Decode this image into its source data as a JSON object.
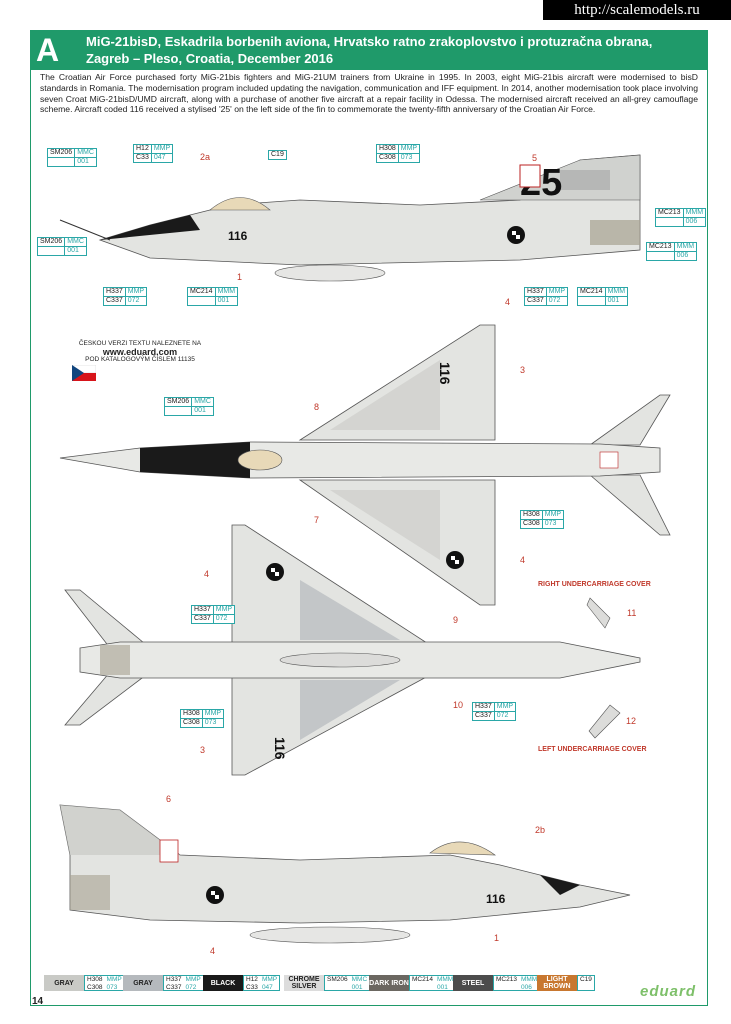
{
  "watermark": "http://scalemodels.ru",
  "header": {
    "letter": "A",
    "title1": "MiG-21bisD, Eskadrila borbenih aviona, Hrvatsko ratno zrakoplovstvo i protuzračna obrana,",
    "title2": "Zagreb – Pleso, Croatia, December 2016"
  },
  "description": "The Croatian Air Force purchased forty MiG-21bis fighters and MiG-21UM trainers from Ukraine in 1995. In 2003, eight MiG-21bis aircraft were modernised to bisD standards in Romania. The modernisation program included updating the navigation, communication and IFF equipment. In 2014, another modernisation took place involving seven Croat MiG-21bisD/UMD aircraft, along with a purchase of another five aircraft at a repair facility in Odessa. The modernised aircraft received an all-grey camouflage scheme. Aircraft coded 116 received a stylised '25' on the left side of the fin to commemorate the twenty-fifth anniversary of the Croatian Air Force.",
  "czech": {
    "line1": "ČESKOU VERZI TEXTU NALEZNETE NA",
    "url": "www.eduard.com",
    "line2": "POD KATALOGOVÝM ČÍSLEM 11135"
  },
  "covers": {
    "right": "RIGHT UNDERCARRIAGE COVER",
    "left": "LEFT UNDERCARRIAGE COVER"
  },
  "callouts": {
    "n1": "1",
    "n2a": "2a",
    "n2b": "2b",
    "n3": "3",
    "n4": "4",
    "n5": "5",
    "n6": "6",
    "n7": "7",
    "n8": "8",
    "n9": "9",
    "n10": "10",
    "n11": "11",
    "n12": "12"
  },
  "codes": {
    "code116": "116",
    "code25": "25",
    "sm206_mmc_001": [
      "SM206",
      "MMC",
      "",
      "001"
    ],
    "h12": [
      "H12",
      "MMP",
      "C33",
      "047"
    ],
    "c19": "C19",
    "h308": [
      "H308",
      "MMP",
      "C308",
      "073"
    ],
    "mc213": [
      "MC213",
      "MMM",
      "",
      "006"
    ],
    "h337": [
      "H337",
      "MMP",
      "C337",
      "072"
    ],
    "mc214": [
      "MC214",
      "MMM",
      "",
      "001"
    ]
  },
  "legend": [
    {
      "name": "GRAY",
      "c1": "H308",
      "c2": "MMP",
      "c3": "C308",
      "c4": "073",
      "color": "#c9cac6",
      "text": "#222"
    },
    {
      "name": "GRAY",
      "c1": "H337",
      "c2": "MMP",
      "c3": "C337",
      "c4": "072",
      "color": "#b5b9bd",
      "text": "#222"
    },
    {
      "name": "BLACK",
      "c1": "H12",
      "c2": "MMP",
      "c3": "C33",
      "c4": "047",
      "color": "#1a1a1a",
      "text": "#fff"
    },
    {
      "name": "CHROME SILVER",
      "c1": "SM206",
      "c2": "MMC",
      "c3": "",
      "c4": "001",
      "color": "#dcdcdc",
      "text": "#222"
    },
    {
      "name": "DARK IRON",
      "c1": "MC214",
      "c2": "MMM",
      "c3": "",
      "c4": "001",
      "color": "#6b6761",
      "text": "#fff"
    },
    {
      "name": "STEEL",
      "c1": "MC213",
      "c2": "MMM",
      "c3": "",
      "c4": "006",
      "color": "#4c4c4c",
      "text": "#fff"
    },
    {
      "name": "LIGHT BROWN",
      "c1": "",
      "c2": "",
      "c3": "",
      "c4": "C19",
      "color": "#c8772f",
      "text": "#fff"
    }
  ],
  "page": "14",
  "logo": "eduard"
}
